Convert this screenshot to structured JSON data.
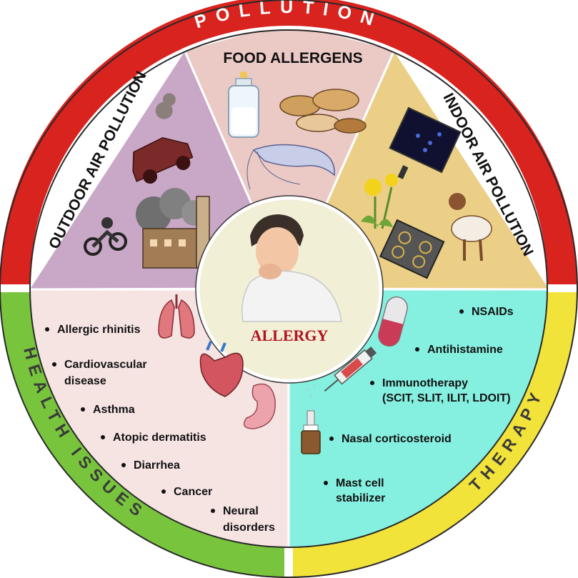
{
  "ring": {
    "top": "POLLUTION",
    "left": "HEALTH ISSUES",
    "right": "THERAPY"
  },
  "sectors": {
    "food": "FOOD ALLERGENS",
    "outdoor": "OUTDOOR AIR POLLUTION",
    "indoor": "INDOOR AIR POLLUTION"
  },
  "center": {
    "title": "ALLERGY"
  },
  "health_issues": [
    [
      "Allergic rhinitis"
    ],
    [
      "Cardiovascular",
      "disease"
    ],
    [
      "Asthma"
    ],
    [
      "Atopic dermatitis"
    ],
    [
      "Diarrhea"
    ],
    [
      "Cancer"
    ],
    [
      "Neural",
      "disorders"
    ]
  ],
  "therapy": [
    [
      "NSAIDs"
    ],
    [
      "Antihistamine"
    ],
    [
      "Immunotherapy",
      "(SCIT, SLIT, ILIT, LDOIT)"
    ],
    [
      "Nasal corticosteroid"
    ],
    [
      "Mast cell",
      "stabilizer"
    ]
  ],
  "colors": {
    "pollution_ring": "#d8231f",
    "health_ring": "#78c53d",
    "therapy_ring": "#f2e33a",
    "outdoor_fill": "#c9a7c6",
    "food_fill": "#ebcac6",
    "indoor_fill": "#ebcf86",
    "health_fill": "#f6e4e3",
    "therapy_fill": "#86f0e0",
    "center_fill": "#f1efd6"
  },
  "icons": [
    "car-icon",
    "factory-icon",
    "motorcycle-icon",
    "baby-bottle-icon",
    "peanuts-icon",
    "shrimp-icon",
    "dust-mite-screen-icon",
    "dandelion-icon",
    "dog-icon",
    "gas-stove-icon",
    "sneezing-person-icon",
    "lungs-icon",
    "heart-icon",
    "stomach-icon",
    "capsule-icon",
    "syringe-icon",
    "nasal-spray-icon"
  ]
}
